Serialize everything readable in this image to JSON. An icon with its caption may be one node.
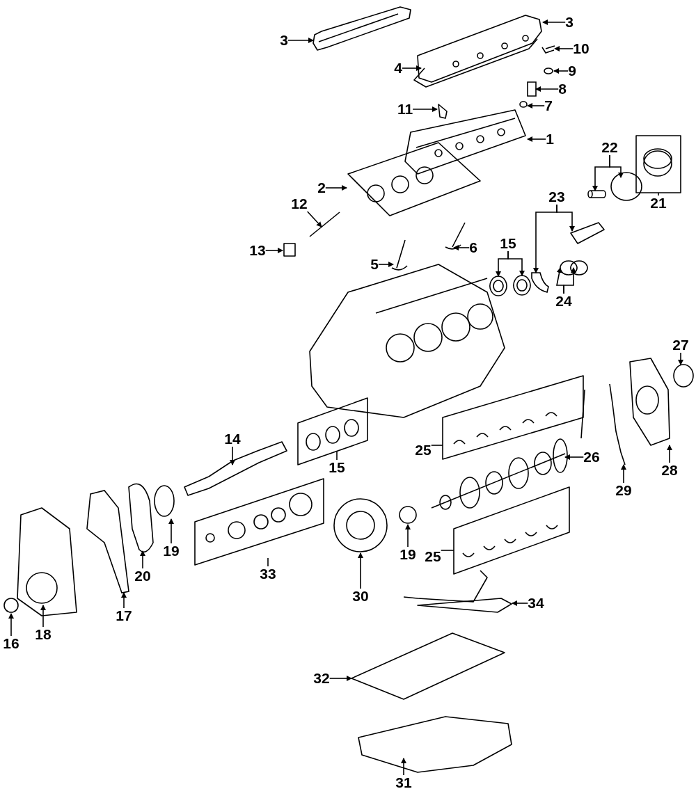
{
  "diagram": {
    "nodes": [
      {
        "text": [
          "3"
        ]
      },
      {
        "text": [
          "3"
        ]
      },
      {
        "text": [
          "4"
        ]
      },
      {
        "text": [
          "10"
        ]
      },
      {
        "text": [
          "9"
        ]
      },
      {
        "text": [
          "8"
        ]
      },
      {
        "text": [
          "7"
        ]
      },
      {
        "text": [
          "11"
        ]
      },
      {
        "text": [
          "1"
        ]
      },
      {
        "text": [
          "22"
        ]
      },
      {
        "text": [
          "21"
        ]
      },
      {
        "text": [
          "2"
        ]
      },
      {
        "text": [
          "12"
        ]
      },
      {
        "text": [
          "23"
        ]
      },
      {
        "text": [
          "13"
        ]
      },
      {
        "text": [
          "15"
        ]
      },
      {
        "text": [
          "5"
        ]
      },
      {
        "text": [
          "6"
        ]
      },
      {
        "text": [
          "24"
        ]
      },
      {
        "text": [
          "27"
        ]
      },
      {
        "text": [
          "14"
        ]
      },
      {
        "text": [
          "15"
        ]
      },
      {
        "text": [
          "25"
        ]
      },
      {
        "text": [
          "26"
        ]
      },
      {
        "text": [
          "29"
        ]
      },
      {
        "text": [
          "28"
        ]
      },
      {
        "text": [
          "19"
        ]
      },
      {
        "text": [
          "20"
        ]
      },
      {
        "text": [
          "33"
        ]
      },
      {
        "text": [
          "19"
        ]
      },
      {
        "text": [
          "25"
        ]
      },
      {
        "text": [
          "30"
        ]
      },
      {
        "text": [
          "17"
        ]
      },
      {
        "text": [
          "34"
        ]
      },
      {
        "text": [
          "16"
        ]
      },
      {
        "text": [
          "18"
        ]
      },
      {
        "text": [
          "32"
        ]
      },
      {
        "text": [
          "31"
        ]
      },
      {
        "text": [],
        "shape": "picture"
      },
      {
        "text": [],
        "shape": "picture"
      },
      {
        "text": [],
        "shape": "picture"
      },
      {
        "text": [],
        "shape": "picture"
      },
      {
        "text": [],
        "shape": "picture"
      },
      {
        "text": [],
        "shape": "picture"
      },
      {
        "text": [],
        "shape": "picture"
      },
      {
        "text": [],
        "shape": "picture"
      },
      {
        "text": [],
        "shape": "picture"
      },
      {
        "text": [],
        "shape": "picture"
      }
    ],
    "edges": [
      {
        "from": 0,
        "to": null,
        "arrow": "to"
      },
      {
        "from": 1,
        "to": null,
        "arrow": "to"
      },
      {
        "from": 2,
        "to": null,
        "arrow": "to"
      },
      {
        "from": 3,
        "to": 46,
        "arrow": "to"
      },
      {
        "from": 4,
        "to": null,
        "arrow": "to"
      },
      {
        "from": 5,
        "to": 38,
        "arrow": "to"
      },
      {
        "from": 6,
        "to": null,
        "arrow": "to"
      },
      {
        "from": 7,
        "to": null,
        "arrow": "to"
      },
      {
        "from": 8,
        "to": null,
        "arrow": "to"
      },
      {
        "from": 9,
        "to": 39,
        "arrow": "to"
      },
      {
        "from": 9,
        "to": null,
        "arrow": "to"
      },
      {
        "from": 10,
        "to": null,
        "arrow": "none"
      },
      {
        "from": 11,
        "to": null,
        "arrow": "to"
      },
      {
        "from": 12,
        "to": null,
        "arrow": "to"
      },
      {
        "from": 13,
        "to": 45,
        "arrow": "to"
      },
      {
        "from": 13,
        "to": null,
        "arrow": "to"
      },
      {
        "from": 14,
        "to": null,
        "arrow": "to"
      },
      {
        "from": 15,
        "to": 44,
        "arrow": "to"
      },
      {
        "from": 15,
        "to": 40,
        "arrow": "to"
      },
      {
        "from": 16,
        "to": null,
        "arrow": "to"
      },
      {
        "from": 17,
        "to": null,
        "arrow": "to"
      },
      {
        "from": 18,
        "to": 47,
        "arrow": "to"
      },
      {
        "from": 18,
        "to": 47,
        "arrow": "to"
      },
      {
        "from": 19,
        "to": null,
        "arrow": "to"
      },
      {
        "from": 20,
        "to": null,
        "arrow": "to"
      },
      {
        "from": 21,
        "to": null,
        "arrow": "none"
      },
      {
        "from": 22,
        "to": null,
        "arrow": "none"
      },
      {
        "from": 23,
        "to": null,
        "arrow": "to"
      },
      {
        "from": 24,
        "to": 41,
        "arrow": "to"
      },
      {
        "from": 25,
        "to": null,
        "arrow": "to"
      },
      {
        "from": 26,
        "to": null,
        "arrow": "to"
      },
      {
        "from": 27,
        "to": 42,
        "arrow": "to"
      },
      {
        "from": 28,
        "to": null,
        "arrow": "none"
      },
      {
        "from": 29,
        "to": null,
        "arrow": "to"
      },
      {
        "from": 30,
        "to": null,
        "arrow": "none"
      },
      {
        "from": 31,
        "to": null,
        "arrow": "to"
      },
      {
        "from": 32,
        "to": 43,
        "arrow": "to"
      },
      {
        "from": 33,
        "to": null,
        "arrow": "to"
      },
      {
        "from": 34,
        "to": null,
        "arrow": "to"
      },
      {
        "from": 35,
        "to": null,
        "arrow": "to"
      },
      {
        "from": 36,
        "to": null,
        "arrow": "to"
      },
      {
        "from": 37,
        "to": null,
        "arrow": "to"
      }
    ]
  }
}
